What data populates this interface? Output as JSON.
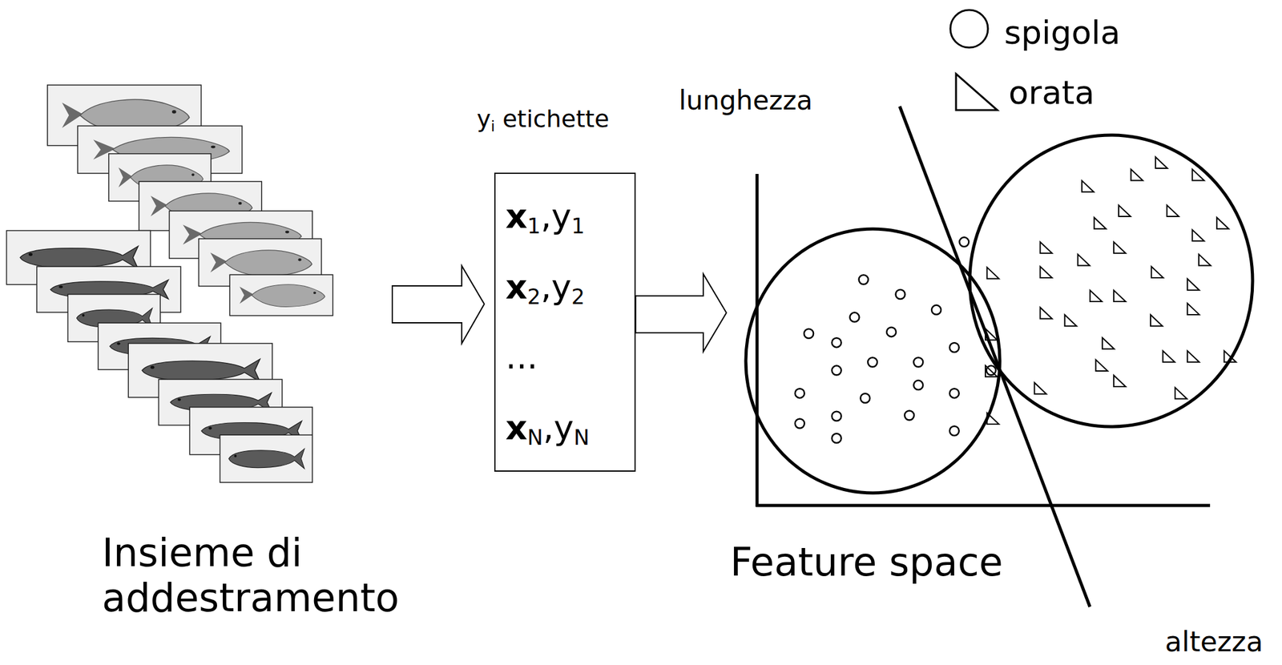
{
  "diagram": {
    "nodes": [
      {
        "text": [
          "x1,y1",
          "x2,y2",
          "...",
          "xN,yN"
        ]
      }
    ],
    "labels": [
      "yi etichette",
      "lunghezza",
      "Insieme di addestramento",
      "Feature space",
      "altezza"
    ],
    "legend": [
      {
        "text": "spigola"
      },
      {
        "text": "orata"
      }
    ]
  }
}
